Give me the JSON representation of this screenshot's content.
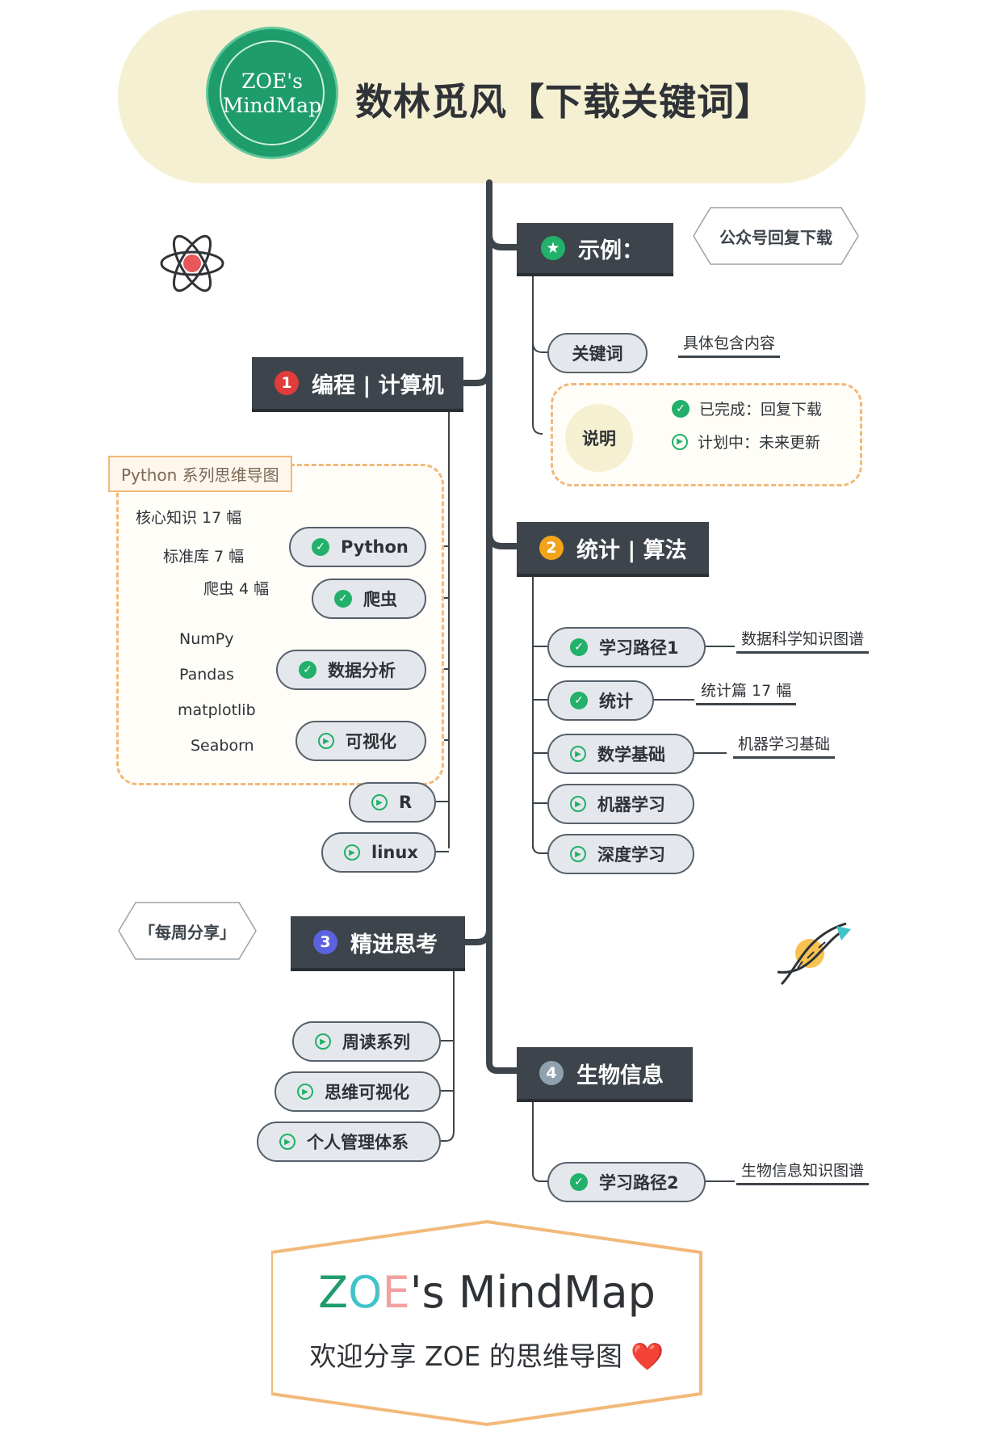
{
  "header": {
    "seal_line1": "ZOE's",
    "seal_line2": "MindMap",
    "title": "数林觅风【下载关键词】"
  },
  "example": {
    "title": "示例：",
    "tag": "公众号回复下载",
    "keyword_node": "关键词",
    "keyword_label": "具体包含内容",
    "explain_node": "说明",
    "done_label": "已完成：回复下载",
    "plan_label": "计划中：未来更新"
  },
  "topic1": {
    "number": "1",
    "title": "编程 | 计算机",
    "tag": "Python 系列思维导图",
    "nodes": [
      {
        "label": "Python",
        "status": "done"
      },
      {
        "label": "爬虫",
        "status": "done"
      },
      {
        "label": "数据分析",
        "status": "done"
      },
      {
        "label": "可视化",
        "status": "plan"
      },
      {
        "label": "R",
        "status": "plan"
      },
      {
        "label": "linux",
        "status": "plan"
      }
    ],
    "python_labels": [
      "核心知识 17 幅",
      "标准库 7 幅"
    ],
    "crawler_label": "爬虫 4 幅",
    "analysis_labels": [
      "NumPy",
      "Pandas"
    ],
    "viz_labels": [
      "matplotlib",
      "Seaborn"
    ]
  },
  "topic2": {
    "number": "2",
    "title": "统计 | 算法",
    "nodes": [
      {
        "label": "学习路径1",
        "status": "done"
      },
      {
        "label": "统计",
        "status": "done"
      },
      {
        "label": "数学基础",
        "status": "plan"
      },
      {
        "label": "机器学习",
        "status": "plan"
      },
      {
        "label": "深度学习",
        "status": "plan"
      }
    ],
    "labels": [
      "数据科学知识图谱",
      "统计篇 17 幅",
      "机器学习基础"
    ]
  },
  "topic3": {
    "number": "3",
    "title": "精进思考",
    "tag": "「每周分享」",
    "nodes": [
      {
        "label": "周读系列",
        "status": "plan"
      },
      {
        "label": "思维可视化",
        "status": "plan"
      },
      {
        "label": "个人管理体系",
        "status": "plan"
      }
    ]
  },
  "topic4": {
    "number": "4",
    "title": "生物信息",
    "nodes": [
      {
        "label": "学习路径2",
        "status": "done"
      }
    ],
    "labels": [
      "生物信息知识图谱"
    ]
  },
  "footer": {
    "title_zoe": "ZOE",
    "title_rest": "'s MindMap",
    "subtitle": "欢迎分享 ZOE 的思维导图",
    "heart": "❤️"
  },
  "colors": {
    "dark": "#3d444b",
    "accent_green": "#22b06a",
    "seal_green": "#1e9c6c",
    "header_bg": "#f6f0d2",
    "dash_orange": "#f2b97a",
    "topic1_badge": "#e03c3c",
    "topic2_badge": "#f2a31a",
    "topic3_badge": "#5a62e0",
    "topic4_badge": "#8fa1ad"
  },
  "icons": [
    "atom-icon",
    "dna-icon",
    "check-icon",
    "play-icon",
    "star-icon",
    "heart-icon"
  ]
}
